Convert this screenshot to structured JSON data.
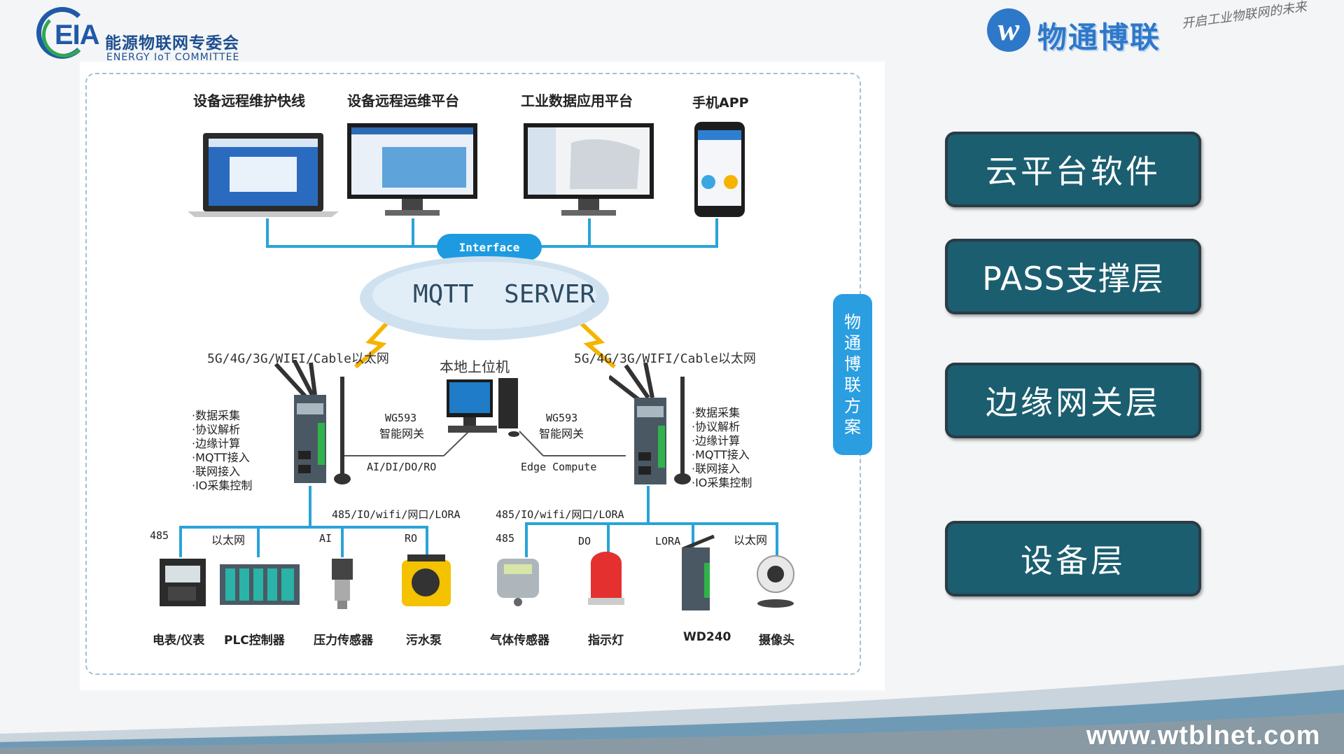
{
  "header": {
    "eia_letters": "EIA",
    "eia_cn": "能源物联网专委会",
    "eia_en": "ENERGY IoT COMMITTEE",
    "wt_name": "物通博联",
    "wt_slogan": "开启工业物联网的未来"
  },
  "platforms": [
    {
      "label": "设备远程维护快线"
    },
    {
      "label": "设备远程运维平台"
    },
    {
      "label": "工业数据应用平台"
    },
    {
      "label": "手机APP"
    }
  ],
  "interface_label": "Interface",
  "server_label": "MQTT  SERVER",
  "links": {
    "left": "5G/4G/3G/WIFI/Cable以太网",
    "right": "5G/4G/3G/WIFI/Cable以太网"
  },
  "local_host": "本地上位机",
  "gateways": [
    {
      "model": "WG593",
      "name": "智能网关",
      "io": "AI/DI/DO/RO",
      "features": [
        "·数据采集",
        "·协议解析",
        "·边缘计算",
        "·MQTT接入",
        "·联网接入",
        "·IO采集控制"
      ],
      "bus": "485/IO/wifi/网口/LORA"
    },
    {
      "model": "WG593",
      "name": "智能网关",
      "io": "Edge Compute",
      "features": [
        "·数据采集",
        "·协议解析",
        "·边缘计算",
        "·MQTT接入",
        "·联网接入",
        "·IO采集控制"
      ],
      "bus": "485/IO/wifi/网口/LORA"
    }
  ],
  "devices": [
    {
      "conn": "485",
      "name": "电表/仪表"
    },
    {
      "conn": "以太网",
      "name": "PLC控制器"
    },
    {
      "conn": "AI",
      "name": "压力传感器"
    },
    {
      "conn": "RO",
      "name": "污水泵"
    },
    {
      "conn": "485",
      "name": "气体传感器"
    },
    {
      "conn": "DO",
      "name": "指示灯"
    },
    {
      "conn": "LORA",
      "name": "WD240"
    },
    {
      "conn": "以太网",
      "name": "摄像头"
    }
  ],
  "side_tag": [
    "物",
    "通",
    "博",
    "联",
    "方",
    "案"
  ],
  "layers": [
    {
      "label": "云平台软件"
    },
    {
      "label": "PASS支撑层"
    },
    {
      "label": "边缘网关层"
    },
    {
      "label": "设备层"
    }
  ],
  "footer_url": "www.wtblnet.com",
  "colors": {
    "layer_button": "#1b5e6f",
    "network_line": "#2aa3d8",
    "interface_pill": "#1e9be0",
    "side_tag": "#2a9ee0"
  }
}
